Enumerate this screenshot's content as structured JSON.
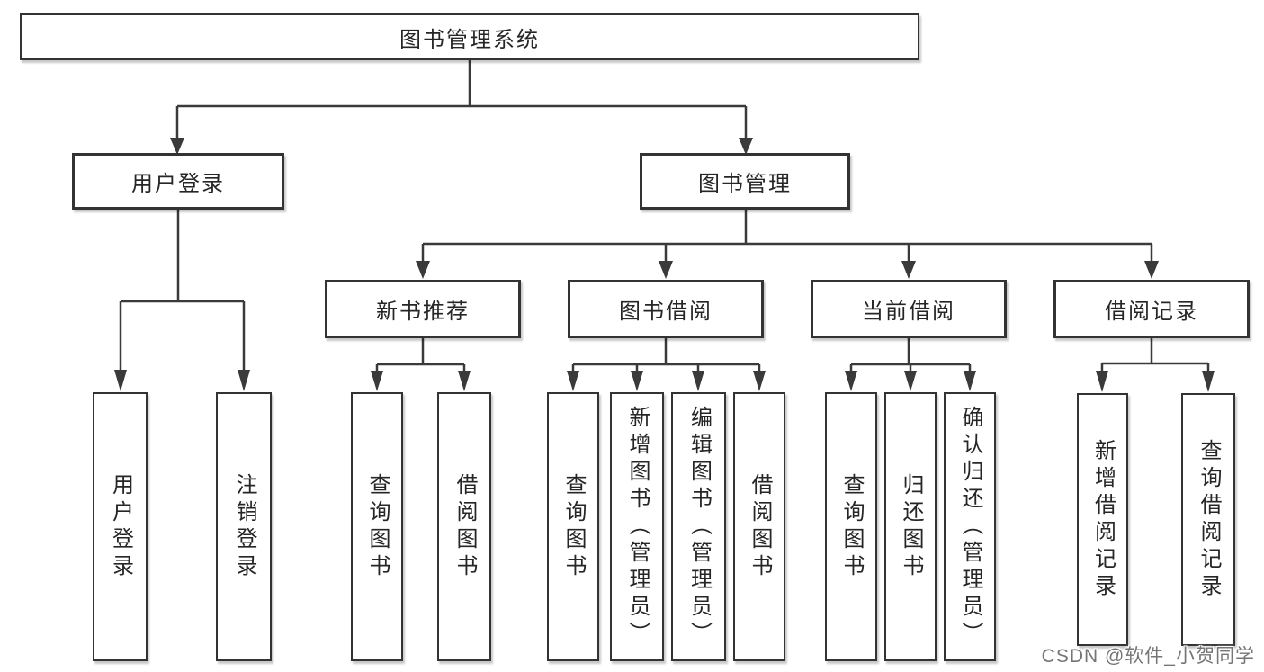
{
  "colors": {
    "line_color": "#3a3a3a",
    "border_color": "#333333",
    "text_color": "#262626",
    "bg_color": "#ffffff",
    "watermark_color": "#757575"
  },
  "watermark": {
    "text": "CSDN @软件_小贺同学"
  },
  "tree": {
    "root": "图书管理系统",
    "branches": [
      {
        "label": "用户登录",
        "children": [
          "用户登录",
          "注销登录"
        ]
      },
      {
        "label": "图书管理",
        "children": [
          {
            "label": "新书推荐",
            "children": [
              "查询图书",
              "借阅图书"
            ]
          },
          {
            "label": "图书借阅",
            "children": [
              "查询图书",
              "新增图书（管理员）",
              "编辑图书（管理员）",
              "借阅图书"
            ]
          },
          {
            "label": "当前借阅",
            "children": [
              "查询图书",
              "归还图书",
              "确认归还（管理员）"
            ]
          },
          {
            "label": "借阅记录",
            "children": [
              "新增借阅记录",
              "查询借阅记录"
            ]
          }
        ]
      }
    ]
  }
}
